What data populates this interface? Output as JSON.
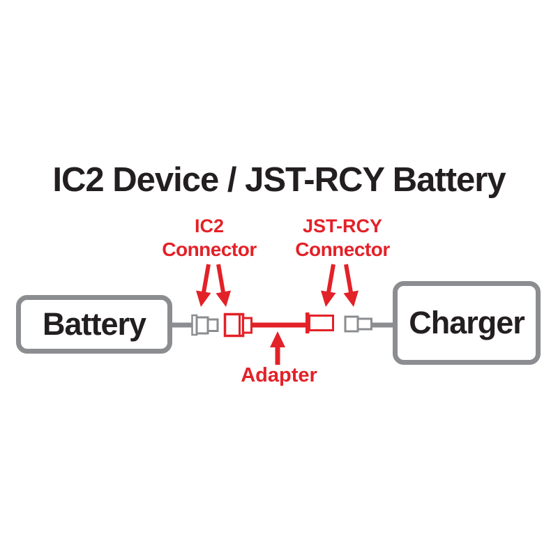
{
  "title": "IC2 Device / JST-RCY Battery",
  "diagram": {
    "ic2_label": {
      "line1": "IC2",
      "line2": "Connector"
    },
    "jst_label": {
      "line1": "JST-RCY",
      "line2": "Connector"
    },
    "adapter_label": "Adapter",
    "battery_label": "Battery",
    "charger_label": "Charger"
  },
  "colors": {
    "red": "#E32128",
    "gray": "#8B8D90",
    "dark_text": "#231F20",
    "background": "#FFFFFF"
  }
}
